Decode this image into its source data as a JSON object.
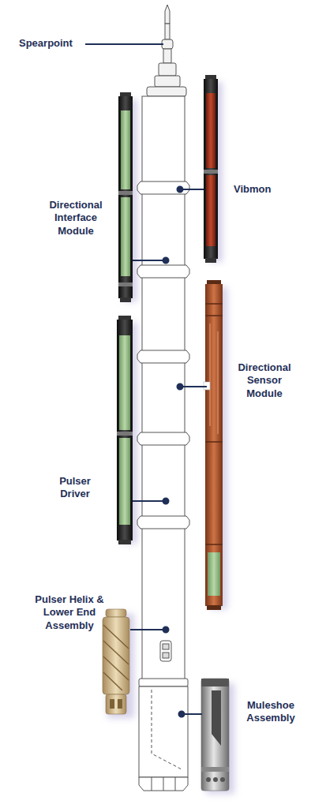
{
  "diagram": {
    "labels": [
      "Spearpoint",
      "Vibmon",
      "Directional Interface Module",
      "Directional Sensor Module",
      "Pulser Driver",
      "Pulser Helix & Lower End Assembly",
      "Muleshoe Assembly"
    ]
  }
}
